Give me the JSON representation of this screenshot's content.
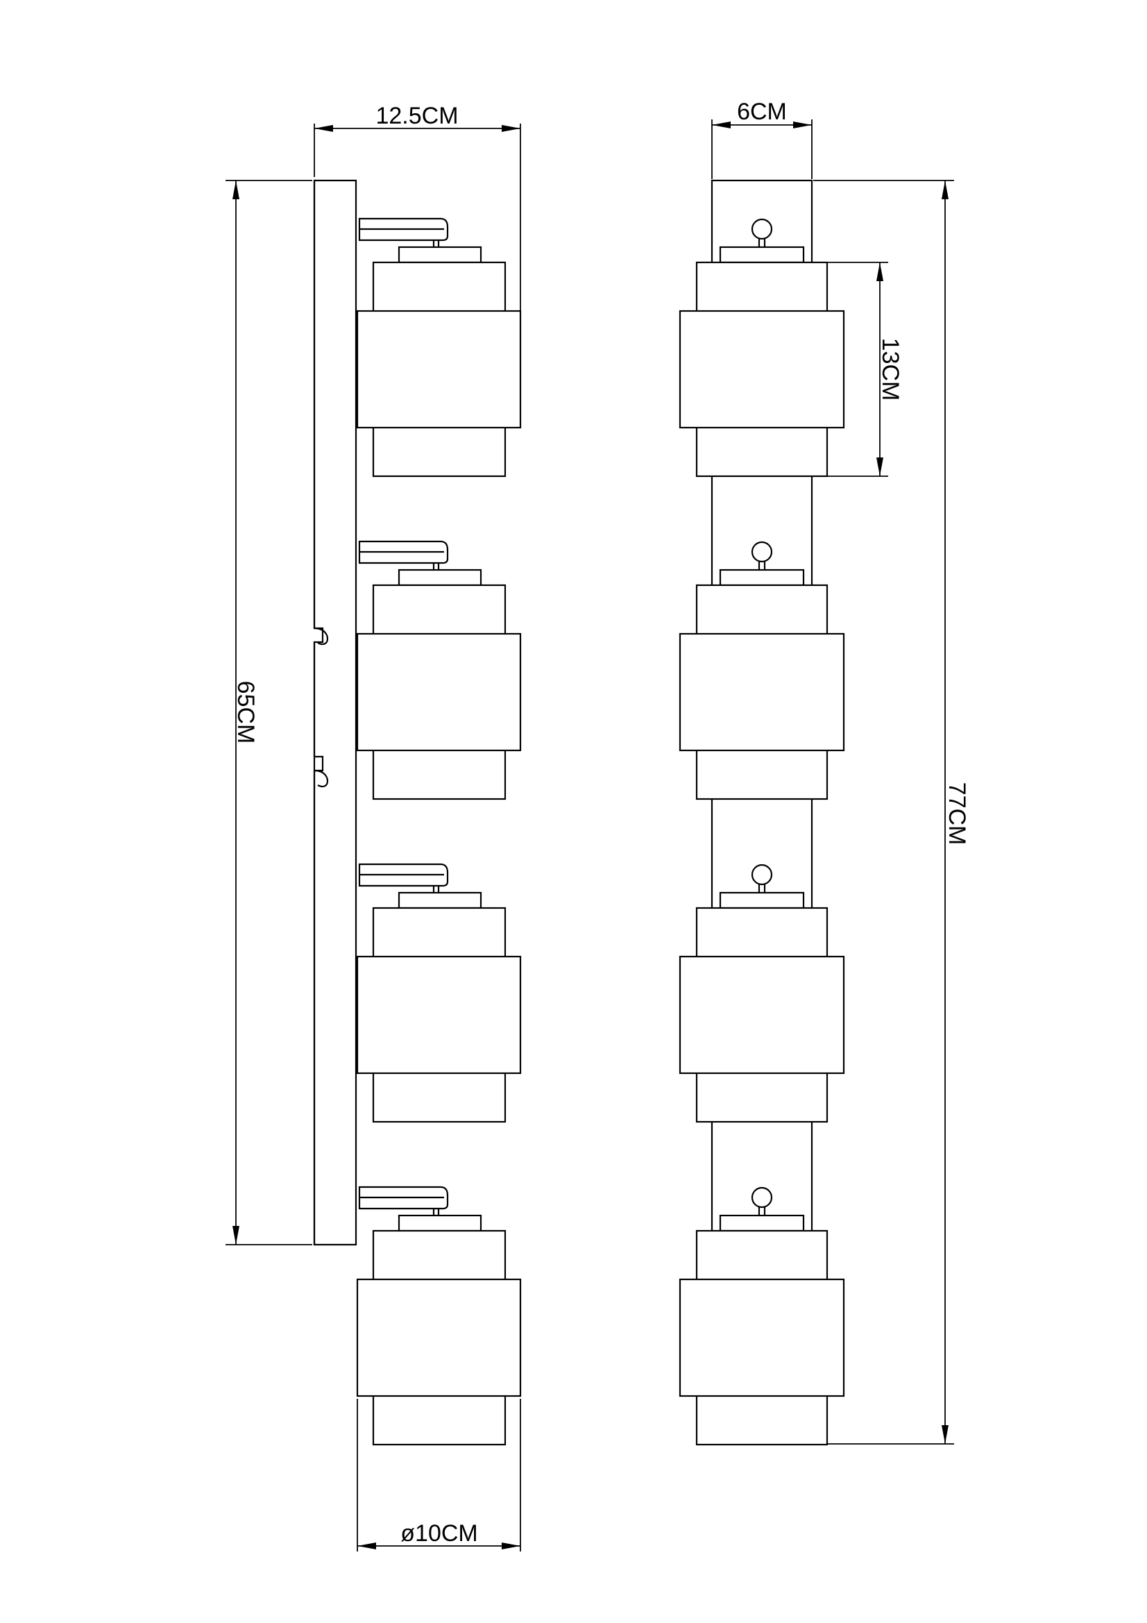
{
  "title": "",
  "dimensions": {
    "side_depth": "12.5CM",
    "side_height": "65CM",
    "shade_diameter": "ø10CM",
    "front_width": "6CM",
    "front_height": "77CM",
    "shade_height": "13CM"
  },
  "views": {
    "side_view": {
      "lamp_count": 4
    },
    "front_view": {
      "lamp_count": 4
    }
  }
}
